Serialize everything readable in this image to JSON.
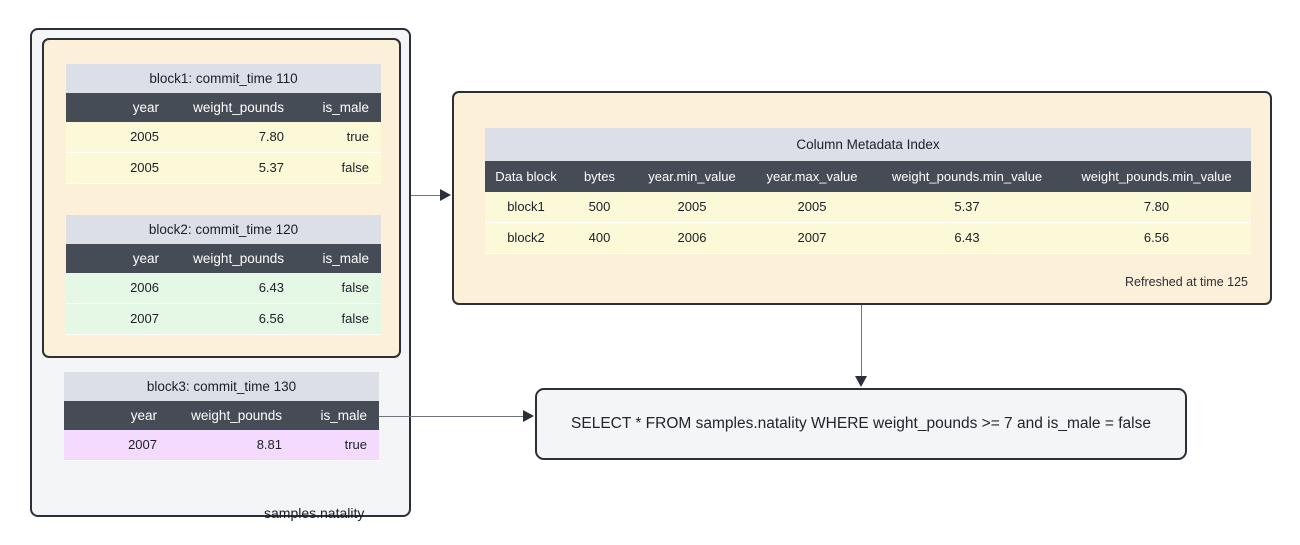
{
  "diagram": {
    "dataset_label": "samples.natality",
    "blocks": [
      {
        "title": "block1: commit_time 110",
        "row_style": "yellow",
        "columns": [
          "year",
          "weight_pounds",
          "is_male"
        ],
        "rows": [
          [
            "2005",
            "7.80",
            "true"
          ],
          [
            "2005",
            "5.37",
            "false"
          ]
        ]
      },
      {
        "title": "block2: commit_time 120",
        "row_style": "green",
        "columns": [
          "year",
          "weight_pounds",
          "is_male"
        ],
        "rows": [
          [
            "2006",
            "6.43",
            "false"
          ],
          [
            "2007",
            "6.56",
            "false"
          ]
        ]
      },
      {
        "title": "block3: commit_time 130",
        "row_style": "pink",
        "columns": [
          "year",
          "weight_pounds",
          "is_male"
        ],
        "rows": [
          [
            "2007",
            "8.81",
            "true"
          ]
        ]
      }
    ],
    "metadata_index": {
      "title": "Column Metadata Index",
      "columns": [
        "Data block",
        "bytes",
        "year.min_value",
        "year.max_value",
        "weight_pounds.min_value",
        "weight_pounds.min_value"
      ],
      "rows": [
        [
          "block1",
          "500",
          "2005",
          "2005",
          "5.37",
          "7.80"
        ],
        [
          "block2",
          "400",
          "2006",
          "2007",
          "6.43",
          "6.56"
        ]
      ],
      "refreshed_caption": "Refreshed at time 125"
    },
    "query": {
      "sql": "SELECT * FROM samples.natality WHERE weight_pounds >= 7 and is_male = false"
    }
  },
  "colors": {
    "panel_cream": "#fdf0d9",
    "container_gray": "#f4f5f7",
    "border_dark": "#2b2f38",
    "header_dark": "#464c56",
    "subheader_gray": "#dcdfe6",
    "row_yellow": "#fbf9d8",
    "row_green": "#e4f8e5",
    "row_pink": "#f4dbfd",
    "connector": "#6f737c"
  }
}
